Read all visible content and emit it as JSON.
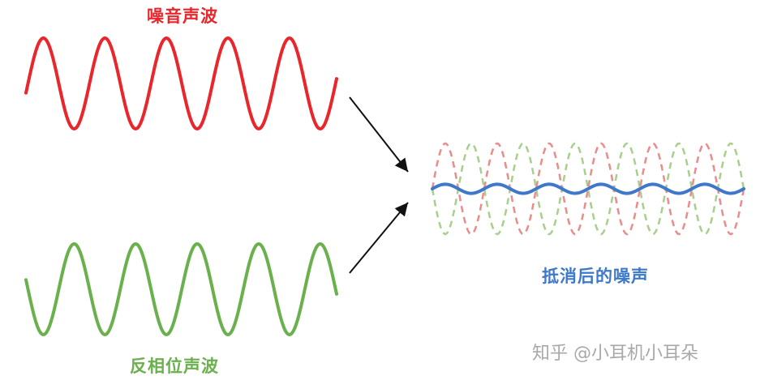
{
  "labels": {
    "noise_wave": "噪音声波",
    "anti_phase_wave": "反相位声波",
    "cancelled_noise": "抵消后的噪声"
  },
  "watermark": "知乎 @小耳机小耳朵",
  "colors": {
    "noise": "#e8262b",
    "anti_phase": "#6ab04c",
    "result": "#3d78c9",
    "arrow": "#111111",
    "dashed_noise": "#e98c8c",
    "dashed_anti": "#a8cf8c"
  },
  "waves": {
    "noise": {
      "cycles": 5,
      "phase": 0
    },
    "anti_phase": {
      "cycles": 5,
      "phase": 180
    },
    "result_overlay": {
      "cycles": 6,
      "residual_amplitude_ratio": 0.1
    }
  }
}
